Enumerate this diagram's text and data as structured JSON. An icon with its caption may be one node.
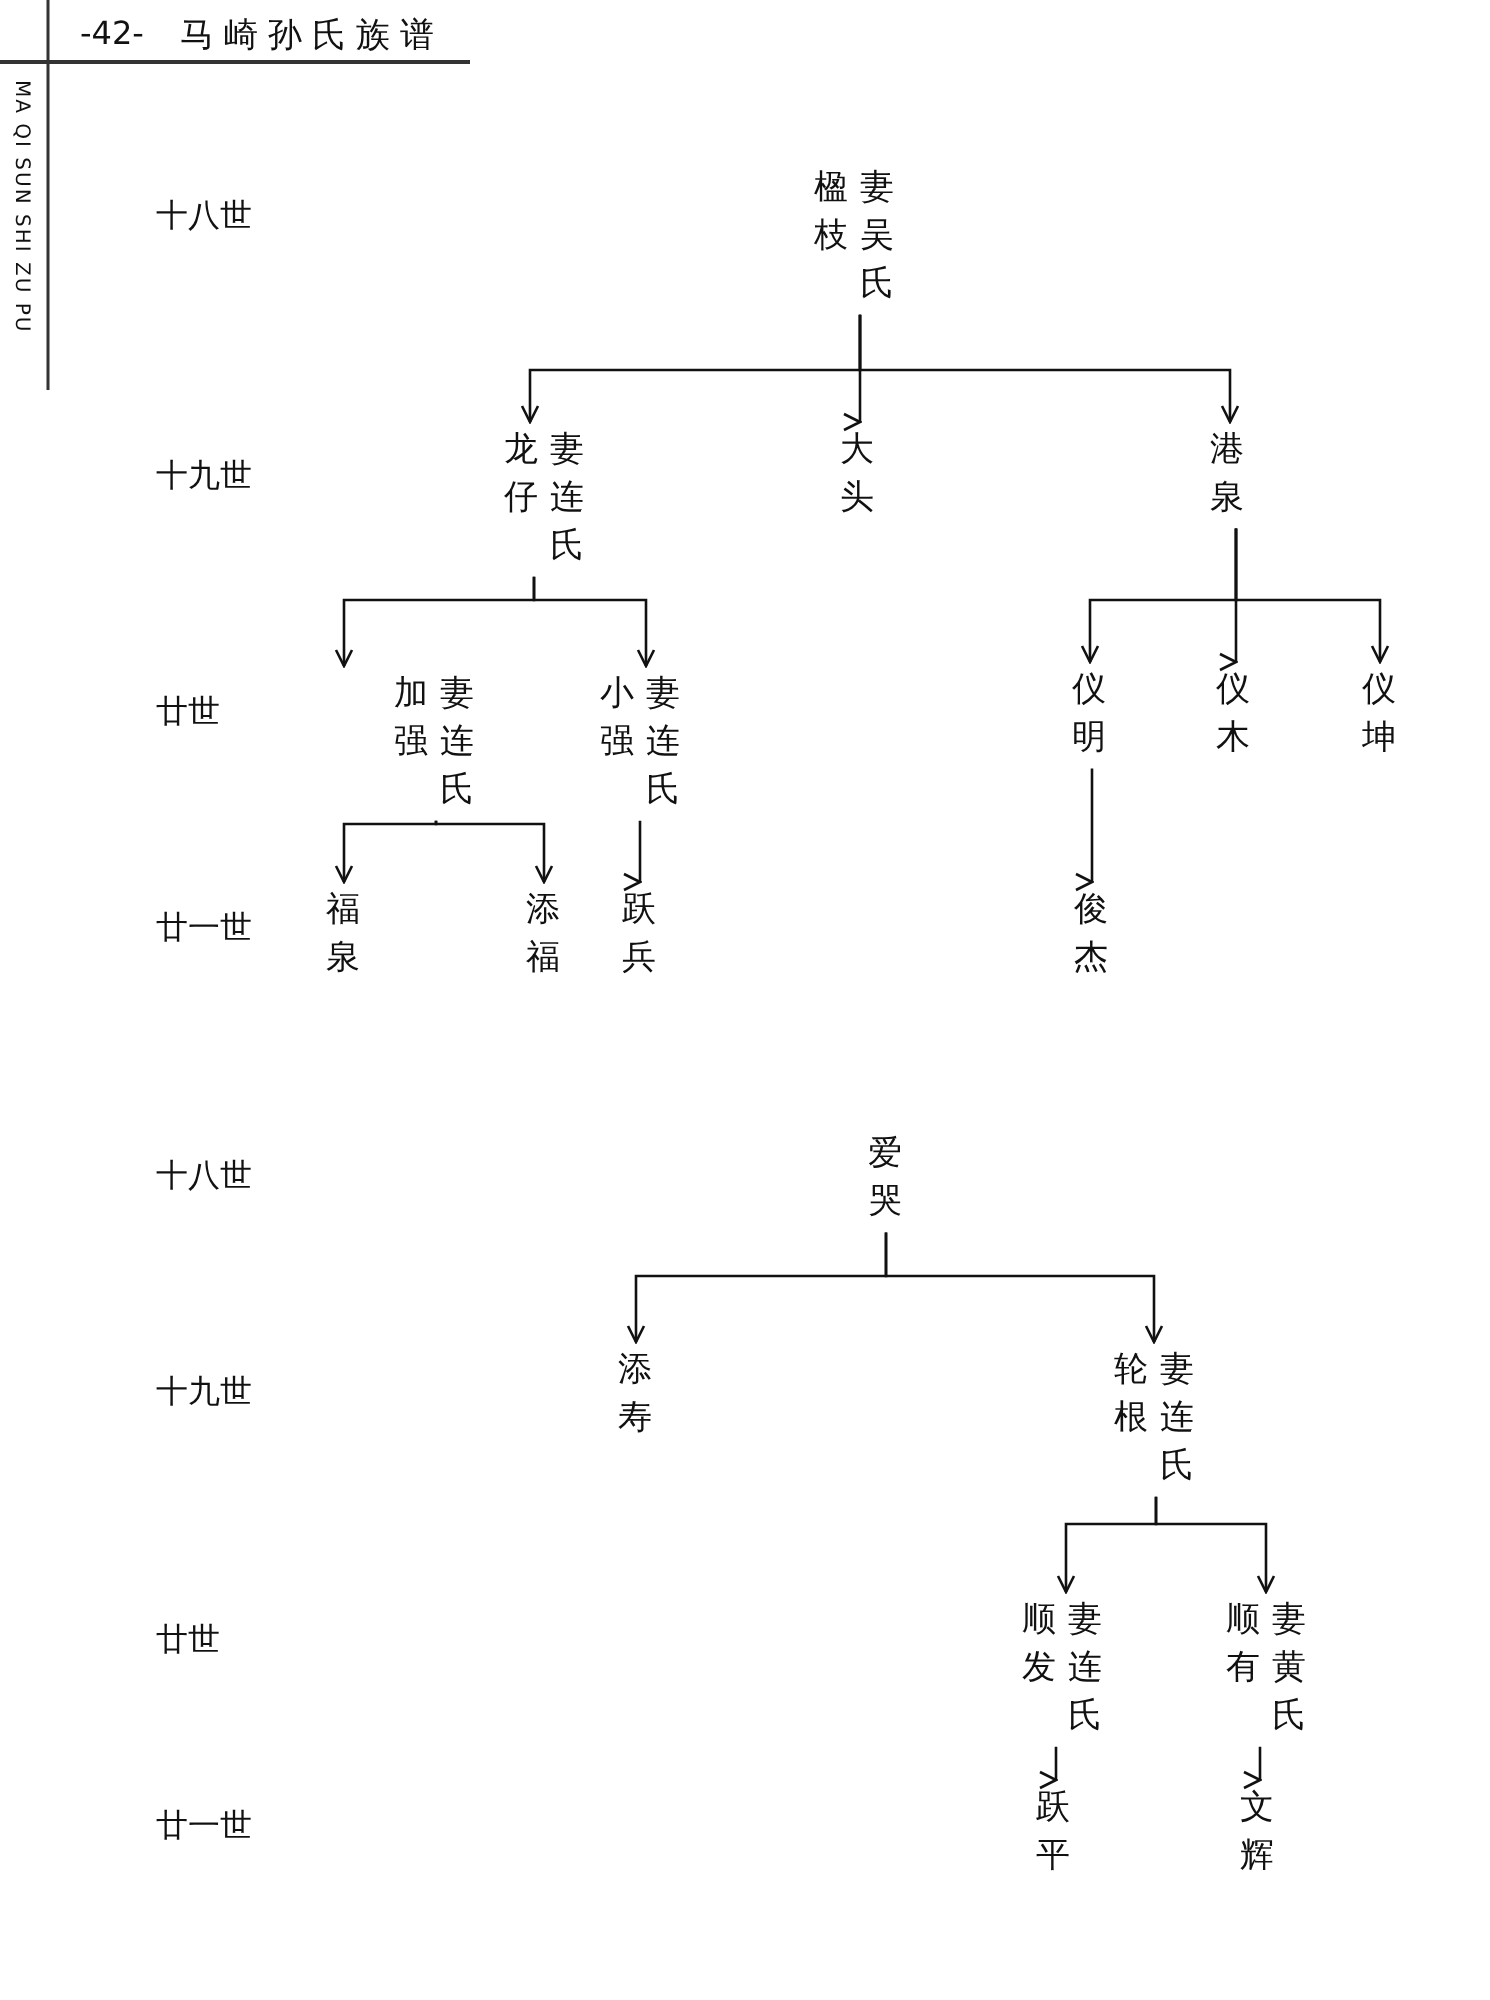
{
  "diagram": {
    "title": "马崎孙氏族谱",
    "nodes": [
      {
        "text": [
          "楹枝",
          "妻吴氏"
        ]
      },
      {
        "text": [
          "龙仔",
          "妻连氏"
        ]
      },
      {
        "text": [
          "大头"
        ]
      },
      {
        "text": [
          "港泉"
        ]
      },
      {
        "text": [
          "加强",
          "妻连氏"
        ]
      },
      {
        "text": [
          "小强",
          "妻连氏"
        ]
      },
      {
        "text": [
          "仪明"
        ]
      },
      {
        "text": [
          "仪木"
        ]
      },
      {
        "text": [
          "仪坤"
        ]
      },
      {
        "text": [
          "福泉"
        ]
      },
      {
        "text": [
          "添福"
        ]
      },
      {
        "text": [
          "跃兵"
        ]
      },
      {
        "text": [
          "俊杰"
        ]
      },
      {
        "text": [
          "爱哭"
        ]
      },
      {
        "text": [
          "添寿"
        ]
      },
      {
        "text": [
          "轮根",
          "妻连氏"
        ]
      },
      {
        "text": [
          "顺发",
          "妻连氏"
        ]
      },
      {
        "text": [
          "顺有",
          "妻黄氏"
        ]
      },
      {
        "text": [
          "跃平"
        ]
      },
      {
        "text": [
          "文辉"
        ]
      }
    ],
    "edges": [
      {
        "from": 0,
        "to": 1,
        "arrow": "to"
      },
      {
        "from": 0,
        "to": 2,
        "arrow": "to"
      },
      {
        "from": 0,
        "to": 3,
        "arrow": "to"
      },
      {
        "from": 1,
        "to": 4,
        "arrow": "to"
      },
      {
        "from": 1,
        "to": 5,
        "arrow": "to"
      },
      {
        "from": 3,
        "to": 6,
        "arrow": "to"
      },
      {
        "from": 3,
        "to": 7,
        "arrow": "to"
      },
      {
        "from": 3,
        "to": 8,
        "arrow": "to"
      },
      {
        "from": 4,
        "to": 9,
        "arrow": "to"
      },
      {
        "from": 4,
        "to": 10,
        "arrow": "to"
      },
      {
        "from": 5,
        "to": 11,
        "arrow": "to"
      },
      {
        "from": 6,
        "to": 12,
        "arrow": "to"
      },
      {
        "from": 13,
        "to": 14,
        "arrow": "to"
      },
      {
        "from": 13,
        "to": 15,
        "arrow": "to"
      },
      {
        "from": 15,
        "to": 16,
        "arrow": "to"
      },
      {
        "from": 15,
        "to": 17,
        "arrow": "to"
      },
      {
        "from": 16,
        "to": 18,
        "arrow": "to"
      },
      {
        "from": 17,
        "to": 19,
        "arrow": "to"
      }
    ],
    "labels": [
      "-42-",
      "MA QI SUN SHI ZU PU",
      "十八世",
      "十九世",
      "廿世",
      "廿一世",
      "十八世",
      "十九世",
      "廿世",
      "廿一世"
    ]
  }
}
